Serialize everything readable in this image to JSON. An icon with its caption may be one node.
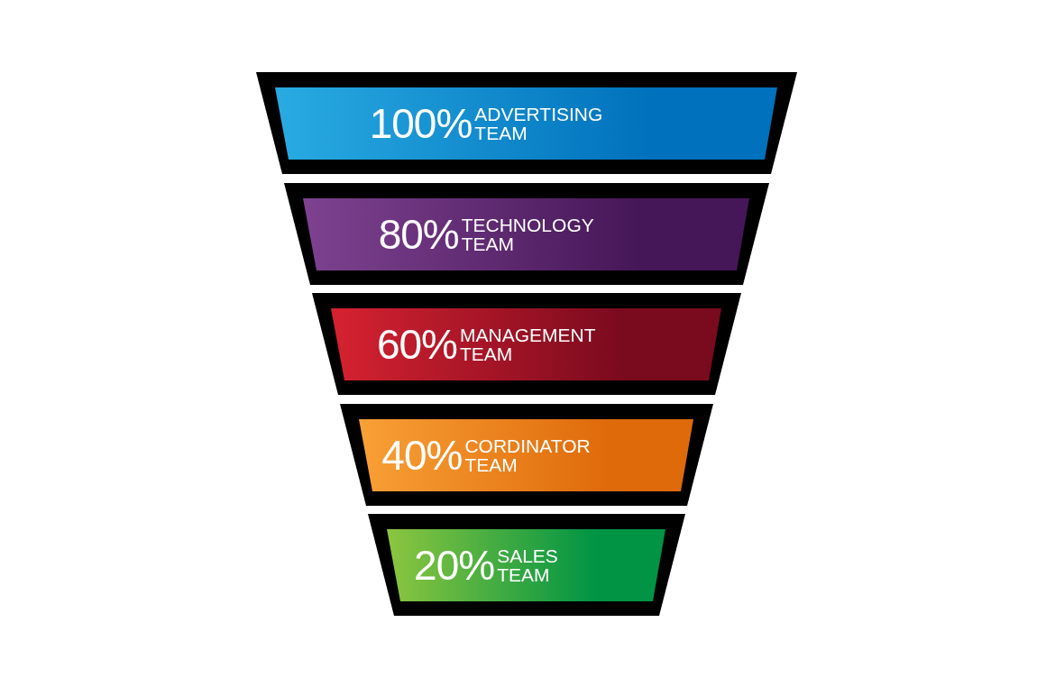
{
  "diagram": {
    "nodes": [
      {
        "text": [
          "100%",
          "ADVERTISING TEAM"
        ]
      },
      {
        "text": [
          "80%",
          "TECHNOLOGY TEAM"
        ]
      },
      {
        "text": [
          "60%",
          "MANAGEMENT TEAM"
        ]
      },
      {
        "text": [
          "40%",
          "CORDINATOR TEAM"
        ]
      },
      {
        "text": [
          "20%",
          "SALES TEAM"
        ]
      }
    ]
  }
}
